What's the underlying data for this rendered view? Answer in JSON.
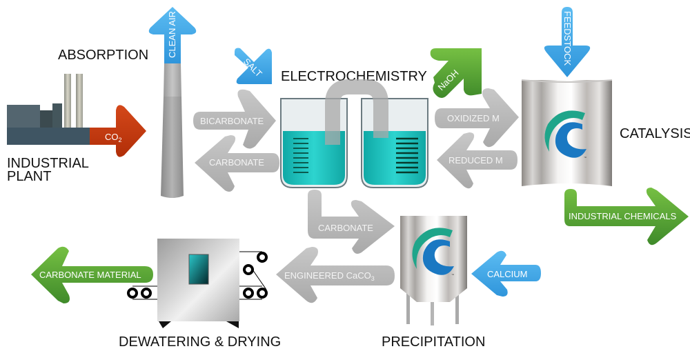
{
  "diagram": {
    "stages": {
      "industrial_plant": [
        "INDUSTRIAL",
        "PLANT"
      ],
      "absorption": "ABSORPTION",
      "electrochemistry": "ELECTROCHEMISTRY",
      "catalysis": "CATALYSIS",
      "precipitation": "PRECIPITATION",
      "dewatering": "DEWATERING & DRYING"
    },
    "arrows": {
      "co2": {
        "label": "CO",
        "subscript": "2",
        "color": "#c0360c"
      },
      "clean_air": {
        "label": "CLEAN AIR",
        "color": "#3ca6e6"
      },
      "salt": {
        "label": "SALT",
        "color": "#3ca6e6"
      },
      "naoh": {
        "label": "NaOH",
        "color": "#5aa33a"
      },
      "feedstock": {
        "label": "FEEDSTOCK",
        "color": "#3ca6e6"
      },
      "bicarbonate": {
        "label": "BICARBONATE",
        "color": "#b8b8b8"
      },
      "carbonate_left": {
        "label": "CARBONATE",
        "color": "#b8b8b8"
      },
      "oxidized_m": {
        "label": "OXIDIZED M",
        "color": "#b8b8b8"
      },
      "reduced_m": {
        "label": "REDUCED M",
        "color": "#b8b8b8"
      },
      "industrial_chemicals": {
        "label": "INDUSTRIAL CHEMICALS",
        "color": "#5aa33a"
      },
      "carbonate_down": {
        "label": "CARBONATE",
        "color": "#b8b8b8"
      },
      "calcium": {
        "label": "CALCIUM",
        "color": "#3ca6e6"
      },
      "engineered_caco3": {
        "label": "ENGINEERED CaCO",
        "subscript": "3",
        "color": "#b8b8b8"
      },
      "carbonate_material": {
        "label": "CARBONATE MATERIAL",
        "color": "#5aa33a"
      }
    },
    "logo": {
      "trademark": "™",
      "teal": "#1fa58a",
      "blue": "#1a78c2"
    },
    "liquid_color": "#1cc4c0"
  }
}
